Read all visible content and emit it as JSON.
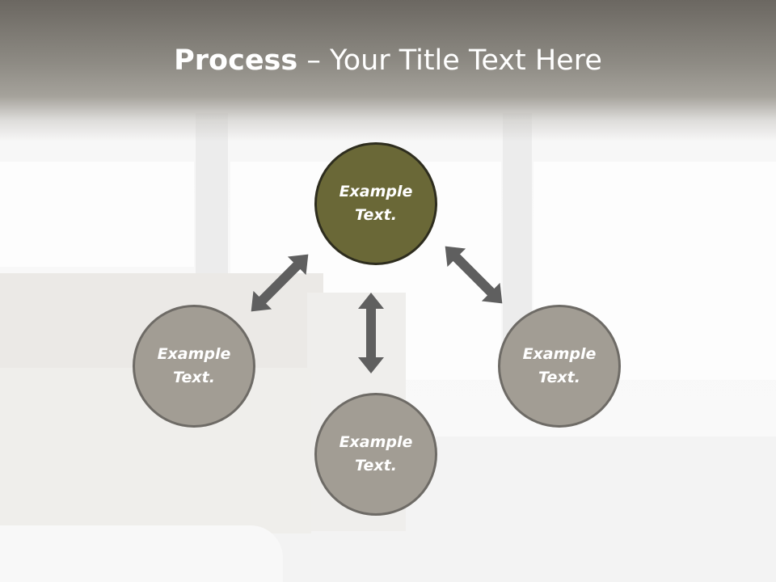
{
  "title": {
    "bold": "Process",
    "rest": " – Your Title Text Here"
  },
  "nodes": [
    {
      "id": "top",
      "text": "Example Text."
    },
    {
      "id": "left",
      "text": "Example Text."
    },
    {
      "id": "bottom",
      "text": "Example Text."
    },
    {
      "id": "right",
      "text": "Example Text."
    }
  ],
  "colors": {
    "active_node": "#6a6837",
    "node": "#a29d94",
    "arrow": "#5f5f5f",
    "title": "#ffffff"
  }
}
